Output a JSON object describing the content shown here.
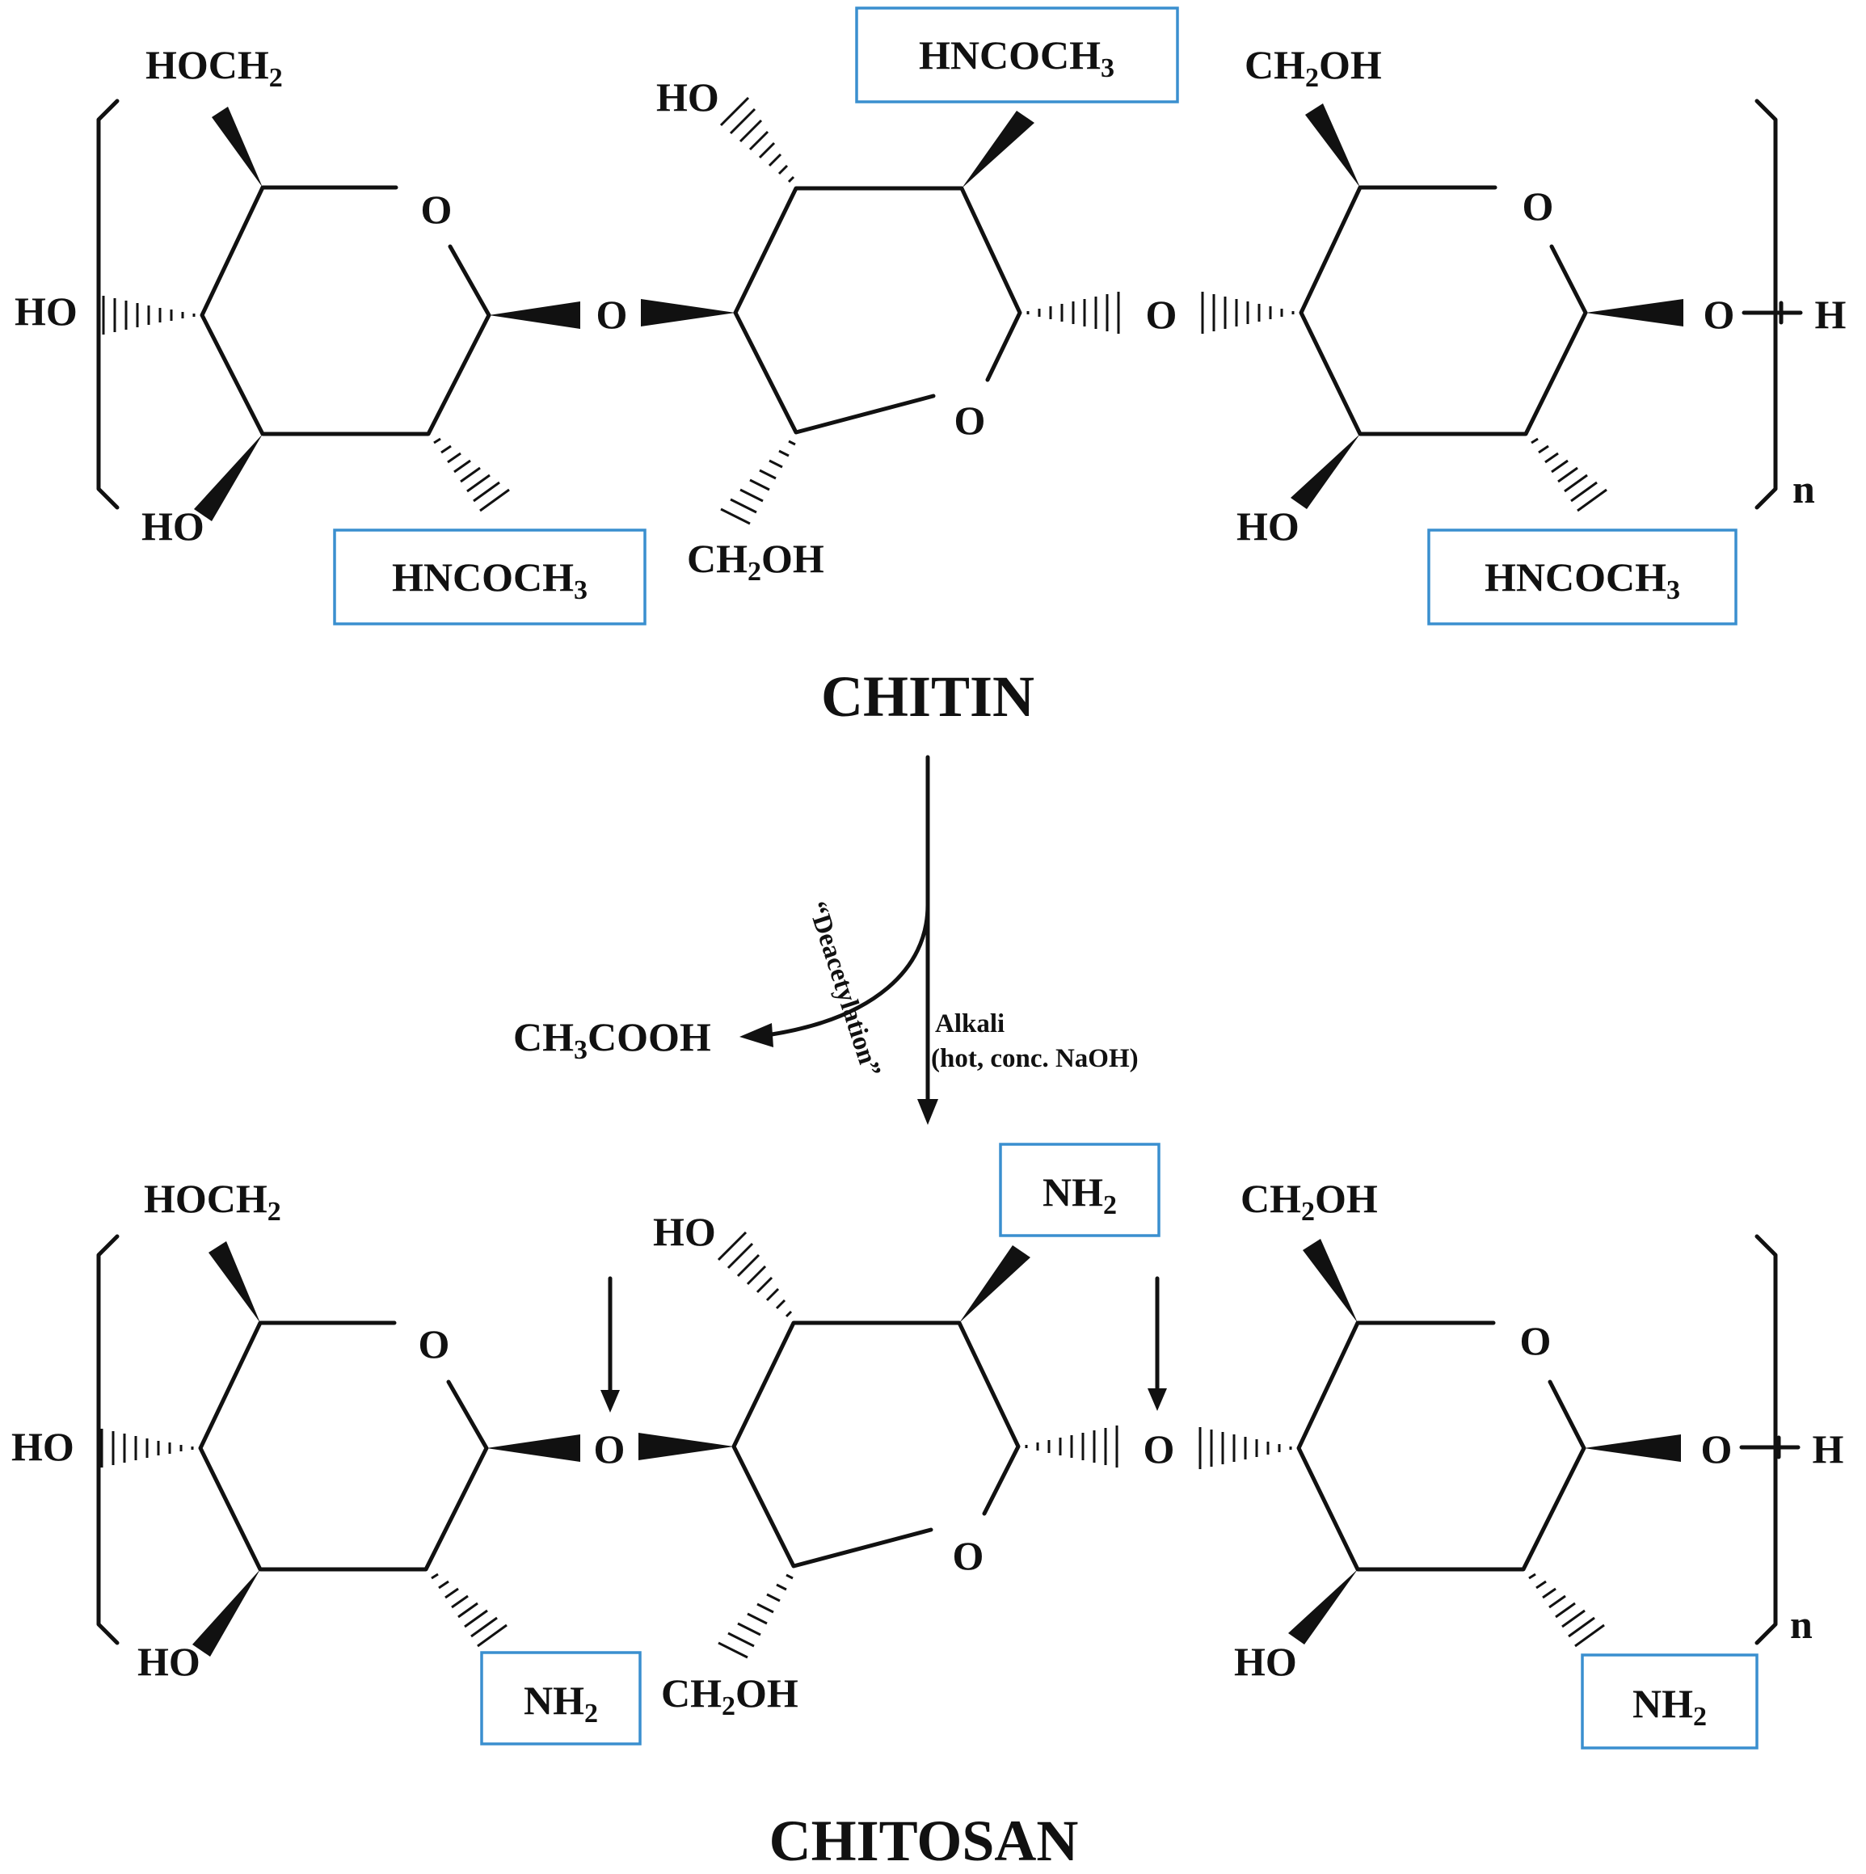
{
  "accent_color": "#3a8fcf",
  "line_color": "#111111",
  "chitin": {
    "title": "CHITIN",
    "unit1": {
      "top_group": "HOCH2",
      "ring_o": "O",
      "left_oh": "HO",
      "bottom_oh": "HO",
      "boxed_group": "HNCOCH3"
    },
    "link_o1": "O",
    "unit2": {
      "top_oh": "HO",
      "boxed_group": "HNCOCH3",
      "ring_o": "O",
      "bottom_group": "CH2OH"
    },
    "link_o2": "O",
    "unit3": {
      "top_group": "CH2OH",
      "ring_o": "O",
      "end_o": "O",
      "end_h": "H",
      "bottom_oh": "HO",
      "boxed_group": "HNCOCH3",
      "repeat": "n"
    }
  },
  "reaction": {
    "byproduct": "CH3COOH",
    "process": "“Deacetylation”",
    "reagent_line1": "Alkali",
    "reagent_line2": "(hot, conc. NaOH)"
  },
  "chitosan": {
    "title": "CHITOSAN",
    "unit1": {
      "top_group": "HOCH2",
      "ring_o": "O",
      "left_oh": "HO",
      "bottom_oh": "HO",
      "boxed_group": "NH2"
    },
    "link_o1": "O",
    "unit2": {
      "top_oh": "HO",
      "boxed_group": "NH2",
      "ring_o": "O",
      "bottom_group": "CH2OH"
    },
    "link_o2": "O",
    "unit3": {
      "top_group": "CH2OH",
      "ring_o": "O",
      "end_o": "O",
      "end_h": "H",
      "bottom_oh": "HO",
      "boxed_group": "NH2",
      "repeat": "n"
    }
  }
}
